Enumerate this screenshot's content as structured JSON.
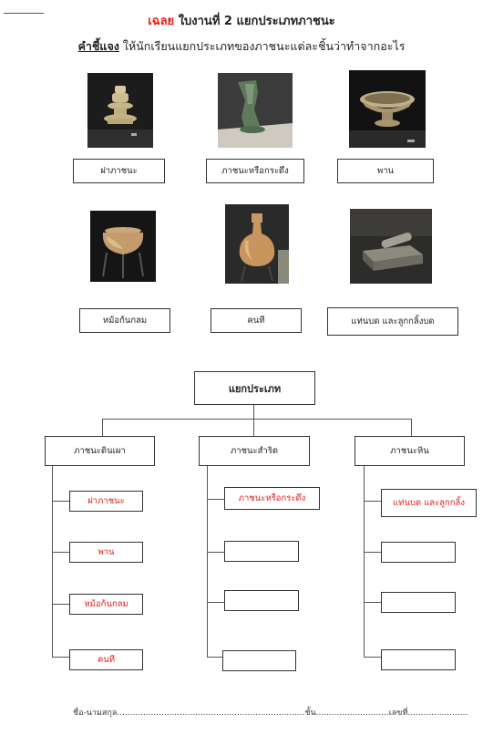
{
  "title": {
    "answer": "เฉลย",
    "main": "ใบงานที่ 2 แยกประเภทภาชนะ"
  },
  "instructions": {
    "label": "คำชี้แจง",
    "text": " ให้นักเรียนแยกประเภทของภาชนะแต่ละชิ้นว่าทำจากอะไร"
  },
  "items": [
    {
      "label": "ฝาภาชนะ",
      "icon": "lid-photo-icon"
    },
    {
      "label": "ภาชนะหรือกระดึง",
      "icon": "bell-vessel-photo-icon"
    },
    {
      "label": "พาน",
      "icon": "footed-tray-photo-icon"
    },
    {
      "label": "หม้อก้นกลม",
      "icon": "round-pot-photo-icon"
    },
    {
      "label": "คนที",
      "icon": "jug-photo-icon"
    },
    {
      "label": "แท่นบด และลูกกลิ้งบด",
      "icon": "grinding-stone-photo-icon"
    }
  ],
  "tree": {
    "root": "แยกประเภท",
    "categories": [
      {
        "name": "ภาชนะดินเผา",
        "answers": [
          "ฝาภาชนะ",
          "พาน",
          "หม้อก้นกลม",
          "คนที"
        ]
      },
      {
        "name": "ภาชนะสำริด",
        "answers": [
          "ภาชนะหรือกระดึง",
          "",
          "",
          ""
        ]
      },
      {
        "name": "ภาชนะหิน",
        "answers": [
          "แท่นบด และลูกกลิ้ง",
          "",
          "",
          ""
        ]
      }
    ]
  },
  "footer": "ชื่อ-นามสกุล........................................................................ชั้น............................เลขที่......................."
}
